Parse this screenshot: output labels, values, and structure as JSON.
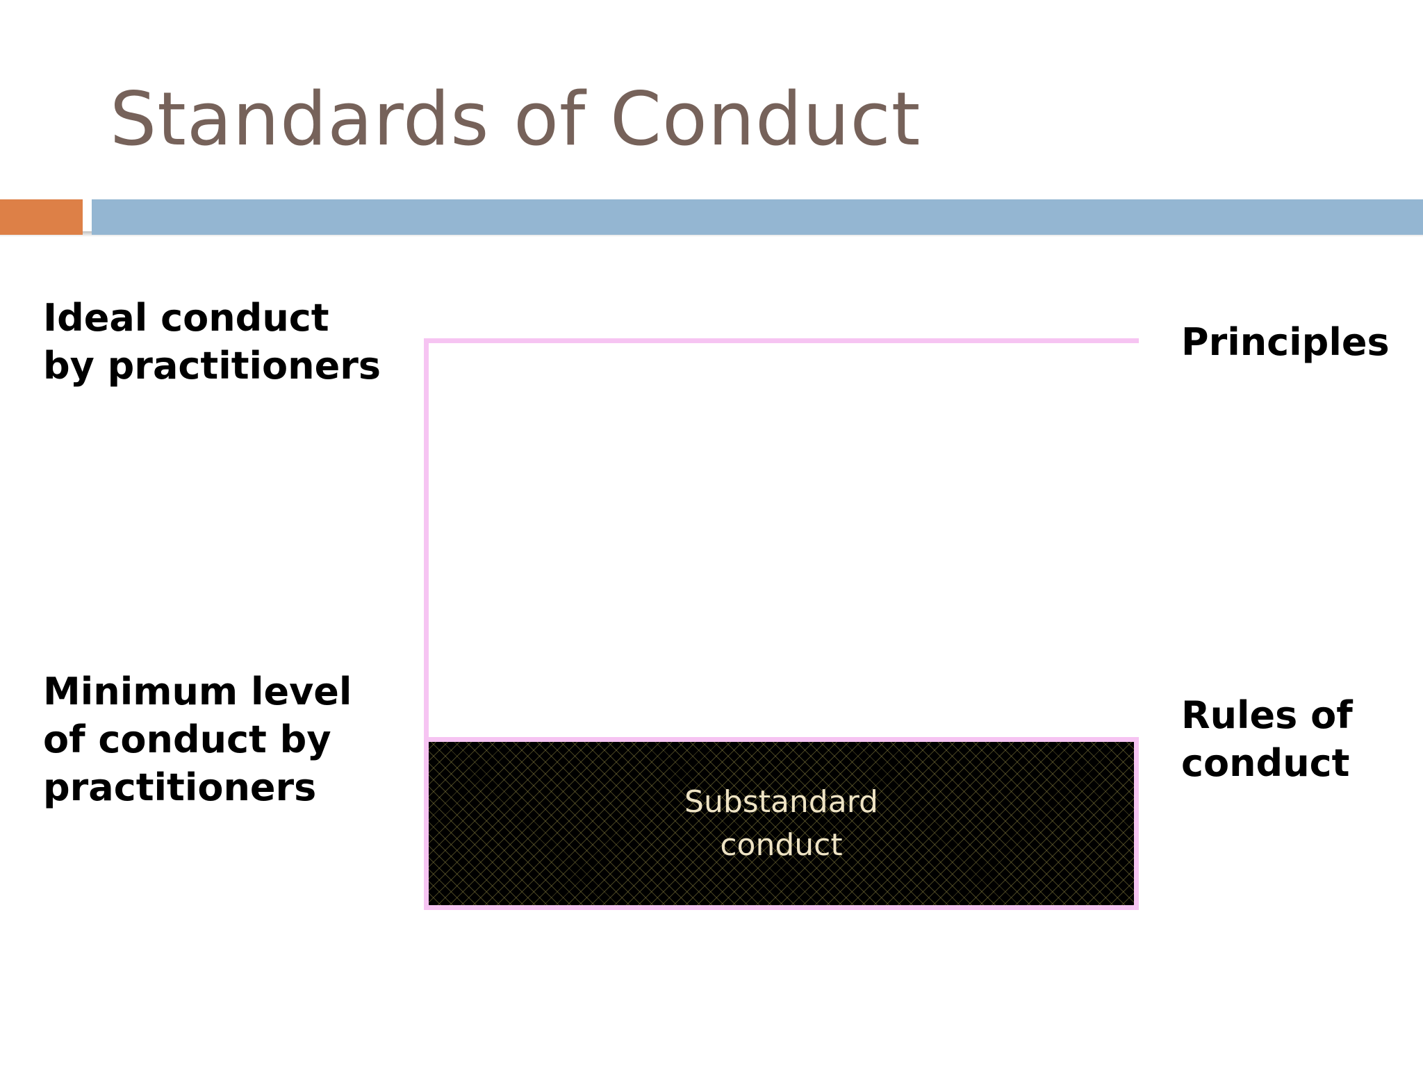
{
  "slide": {
    "title": "Standards of Conduct"
  },
  "left_labels": {
    "ideal": [
      "Ideal conduct",
      "by practitioners"
    ],
    "minimum": [
      "Minimum level",
      "of conduct by",
      "practitioners"
    ]
  },
  "right_labels": {
    "principles": [
      "Principles"
    ],
    "rules": [
      "Rules of",
      "conduct"
    ]
  },
  "diagram": {
    "box_label": [
      "Substandard",
      "conduct"
    ]
  },
  "colors": {
    "title": "#76625a",
    "accent_bar": "#dd8047",
    "main_bar": "#94b6d2",
    "outline": "#f6c4f2",
    "box_fill": "#000000",
    "box_text": "#eee3c4"
  }
}
